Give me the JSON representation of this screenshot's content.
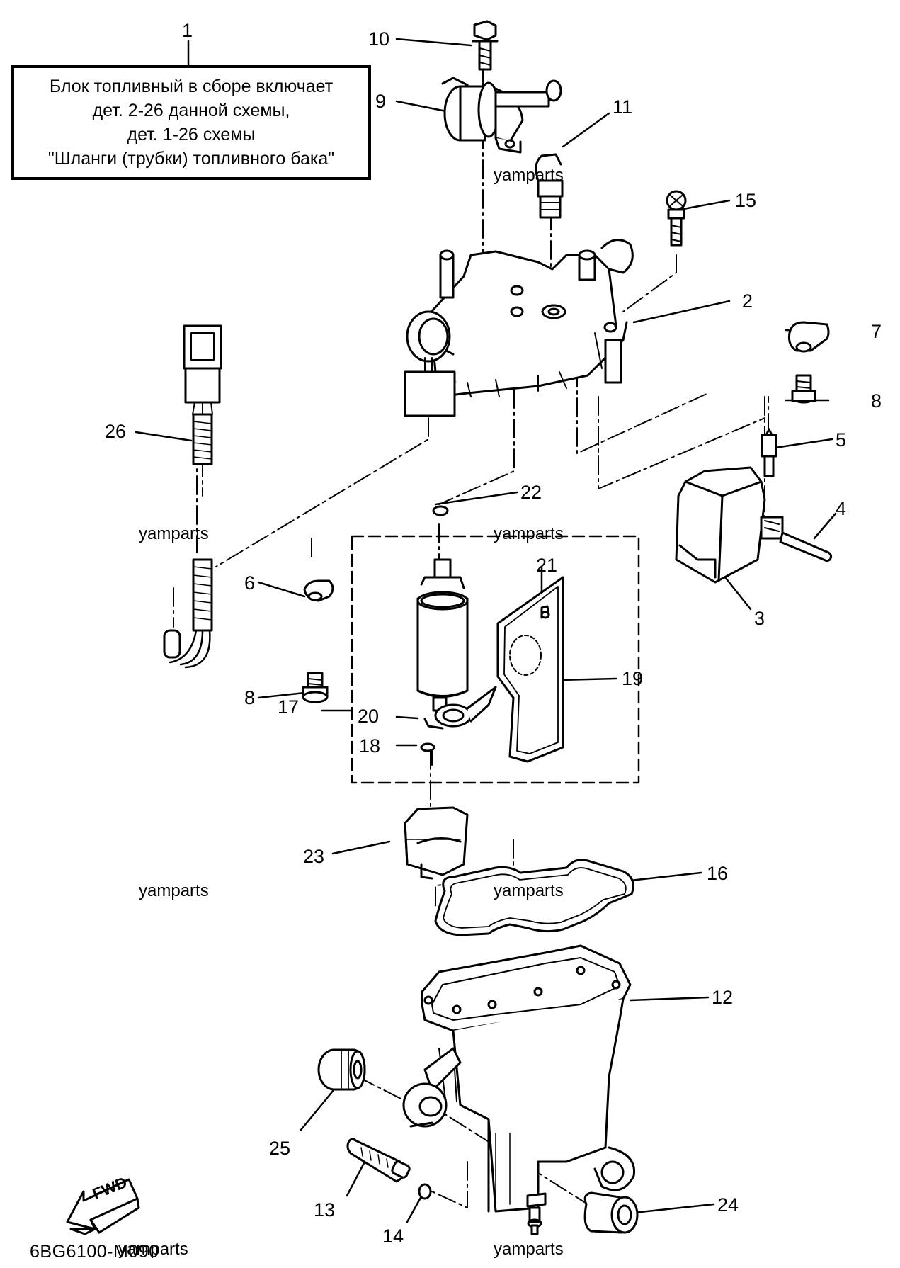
{
  "note": {
    "lines": [
      "Блок топливный в сборе включает",
      "дет. 2-26 данной схемы,",
      "дет. 1-26 схемы",
      "\"Шланги (трубки) топливного бака\""
    ]
  },
  "callouts": {
    "c1": "1",
    "c2": "2",
    "c3": "3",
    "c4": "4",
    "c5": "5",
    "c6": "6",
    "c7": "7",
    "c8a": "8",
    "c8b": "8",
    "c9": "9",
    "c10": "10",
    "c11": "11",
    "c12": "12",
    "c13": "13",
    "c14": "14",
    "c15": "15",
    "c16": "16",
    "c17": "17",
    "c18": "18",
    "c19": "19",
    "c20": "20",
    "c21": "21",
    "c22": "22",
    "c23": "23",
    "c24": "24",
    "c25": "25",
    "c26": "26"
  },
  "watermark": "yamparts",
  "fwd_label": "FWD",
  "diagram_code": "6BG6100-M090"
}
